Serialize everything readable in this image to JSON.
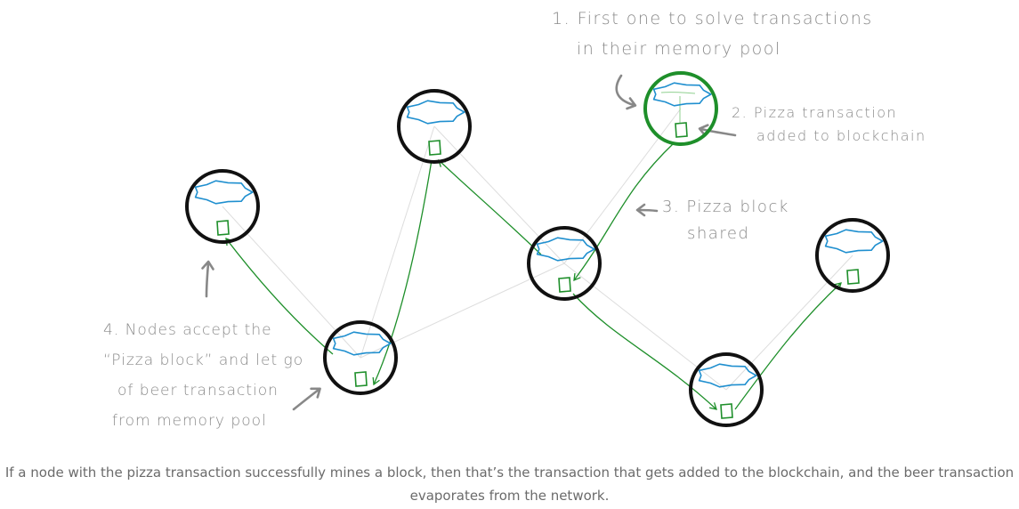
{
  "annotations": {
    "step1": {
      "line1": "1. First one to solve transactions",
      "line2": "in their memory pool"
    },
    "step2": {
      "line1": "2. Pizza transaction",
      "line2": "added to blockchain"
    },
    "step3": {
      "line1": "3. Pizza block",
      "line2": "shared"
    },
    "step4": {
      "line1": "4. Nodes accept the",
      "line2": "“Pizza block” and let go",
      "line3": "of beer transaction",
      "line4": "from memory pool"
    }
  },
  "caption": "If a node with the pizza transaction successfully mines a block, then that’s the transaction that gets added to the blockchain, and the beer transaction evaporates from the network.",
  "colors": {
    "node_outline": "#111111",
    "winning_node_outline": "#1e8f2a",
    "memory_pool": "#1f8fcf",
    "block": "#1e8f2a",
    "propagation_arrow": "#1e8f2a",
    "network_link": "#dddddd",
    "annotation_text": "#8a8a8a",
    "caption_text": "#6b6b6b"
  },
  "icons": [
    "node-circle",
    "memory-pool-cloud",
    "block-square",
    "hand-drawn-arrow"
  ]
}
